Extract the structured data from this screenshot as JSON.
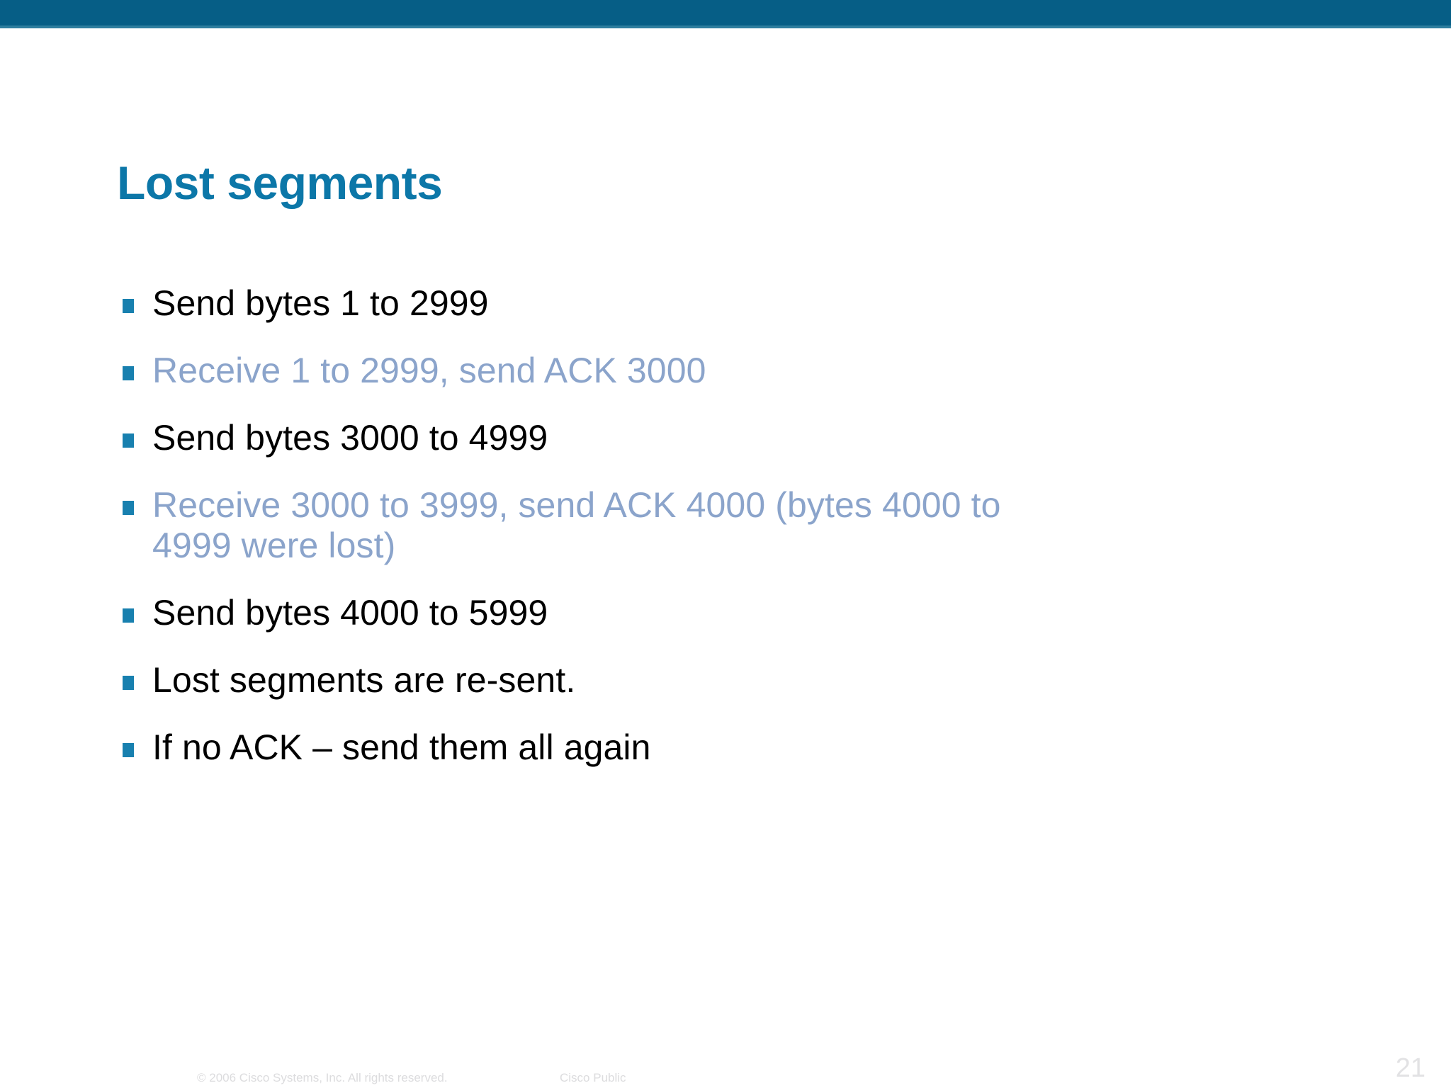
{
  "slide": {
    "title": "Lost segments",
    "bullets": [
      {
        "text": "Send bytes 1 to 2999",
        "style": "dark"
      },
      {
        "text": "Receive 1 to 2999, send ACK 3000",
        "style": "muted"
      },
      {
        "text": "Send bytes 3000 to 4999",
        "style": "dark"
      },
      {
        "text": "Receive 3000 to 3999, send ACK 4000 (bytes 4000 to 4999 were lost)",
        "style": "muted"
      },
      {
        "text": "Send bytes 4000 to 5999",
        "style": "dark"
      },
      {
        "text": "Lost segments are re-sent.",
        "style": "dark"
      },
      {
        "text": "If no ACK – send them all again",
        "style": "dark"
      }
    ],
    "footer": {
      "copyright": "© 2006 Cisco Systems, Inc. All rights reserved.",
      "classification": "Cisco Public",
      "page_number": "21"
    },
    "colors": {
      "top_bar": "#065E86",
      "top_bar_accent": "#2E7E9E",
      "title": "#0C77A8",
      "bullet_marker": "#1880AF",
      "body_text": "#000000",
      "muted_text": "#8BA4CB",
      "footer_text": "#DCDCDE",
      "background": "#FFFFFF"
    }
  }
}
